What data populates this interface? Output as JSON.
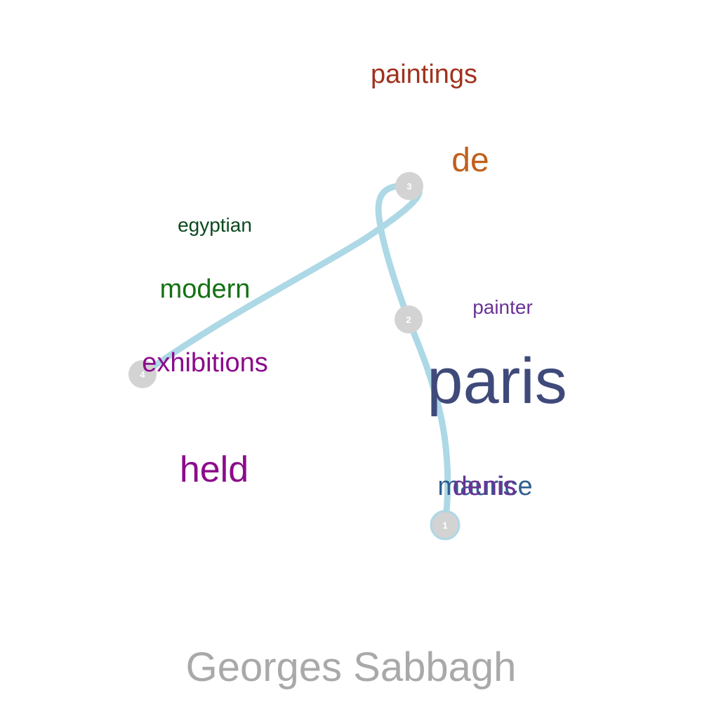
{
  "title": "Georges Sabbagh",
  "colors": {
    "path": "#add8e6",
    "node": "#d3d3d3",
    "node_label": "#ffffff",
    "title": "#a9a9a9"
  },
  "words": [
    {
      "text": "paintings",
      "color": "#a0321e"
    },
    {
      "text": "de",
      "color": "#c0601c"
    },
    {
      "text": "egyptian",
      "color": "#0b4a1f"
    },
    {
      "text": "modern",
      "color": "#137113"
    },
    {
      "text": "painter",
      "color": "#6a3296"
    },
    {
      "text": "exhibitions",
      "color": "#8b0a8b"
    },
    {
      "text": "paris",
      "color": "#3f4a7a"
    },
    {
      "text": "held",
      "color": "#8b0a8b"
    },
    {
      "text": "maurice",
      "color": "#2f5f8f"
    },
    {
      "text": "denis",
      "color": "#6a3296"
    }
  ],
  "path_nodes": [
    {
      "label": "1"
    },
    {
      "label": "2"
    },
    {
      "label": "3"
    },
    {
      "label": "4"
    }
  ]
}
